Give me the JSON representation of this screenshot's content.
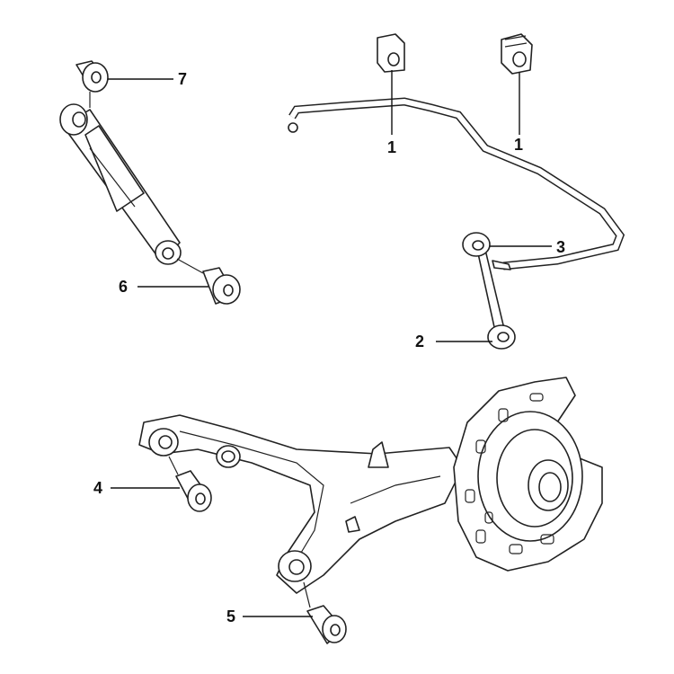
{
  "callouts": {
    "c1a": "1",
    "c1b": "1",
    "c2": "2",
    "c3": "3",
    "c4": "4",
    "c5": "5",
    "c6": "6",
    "c7": "7"
  }
}
